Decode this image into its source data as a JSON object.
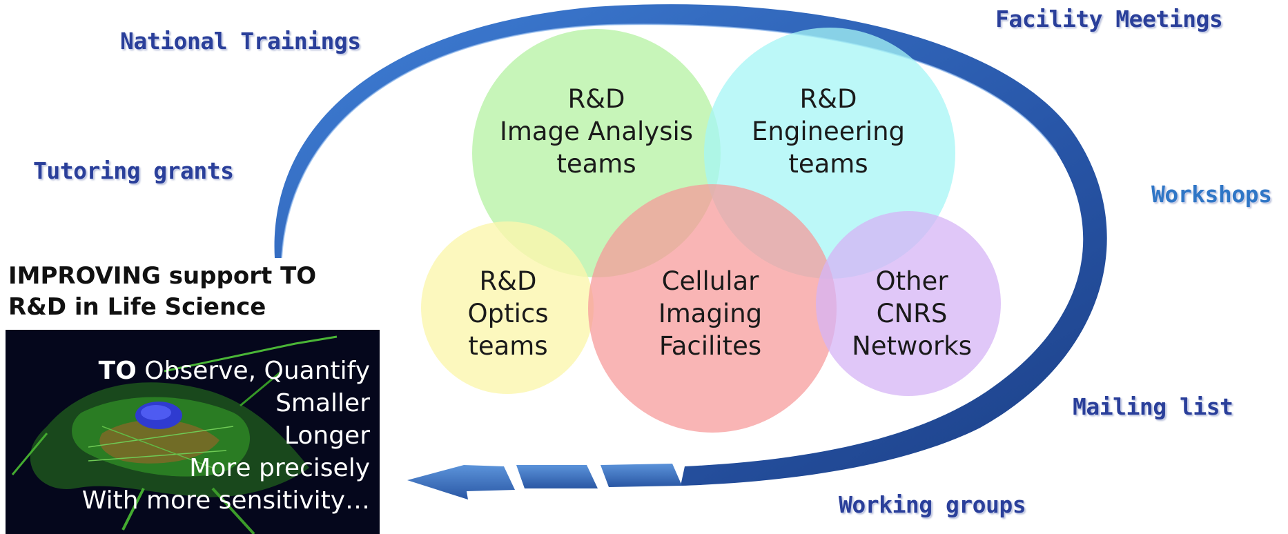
{
  "outer_labels": {
    "national_trainings": "National Trainings",
    "facility_meetings": "Facility Meetings",
    "tutoring_grants": "Tutoring grants",
    "workshops": "Workshops",
    "mailing_list": "Mailing list",
    "working_groups": "Working groups"
  },
  "circles": {
    "image_analysis": {
      "lines": [
        "R&D",
        "Image Analysis",
        "teams"
      ],
      "color": "#b9f2a8"
    },
    "engineering": {
      "lines": [
        "R&D",
        "Engineering",
        "teams"
      ],
      "color": "#a6f6f6"
    },
    "optics": {
      "lines": [
        "R&D",
        "Optics",
        "teams"
      ],
      "color": "#fbf6ae"
    },
    "cellular_imaging": {
      "lines": [
        "Cellular",
        "Imaging",
        "Facilites"
      ],
      "color": "#f79898"
    },
    "other_networks": {
      "lines": [
        "Other",
        "CNRS",
        "Networks"
      ],
      "color": "#d6b4f6"
    }
  },
  "headline": {
    "line1": "IMPROVING support TO",
    "line2": "R&D in Life Science"
  },
  "photo_panel": {
    "first_line_lead": "TO",
    "first_line_rest": " Observe, Quantify",
    "lines": [
      "Smaller",
      "Longer",
      "More precisely",
      "With more sensitivity…"
    ],
    "background_color": "#05071c"
  },
  "colors": {
    "arrow_blue": "#2b5fb3",
    "label_dark_blue": "#2a3f9a",
    "label_light_blue": "#2f76c6"
  },
  "icons": [
    "cycle-arrow",
    "cell-image"
  ]
}
